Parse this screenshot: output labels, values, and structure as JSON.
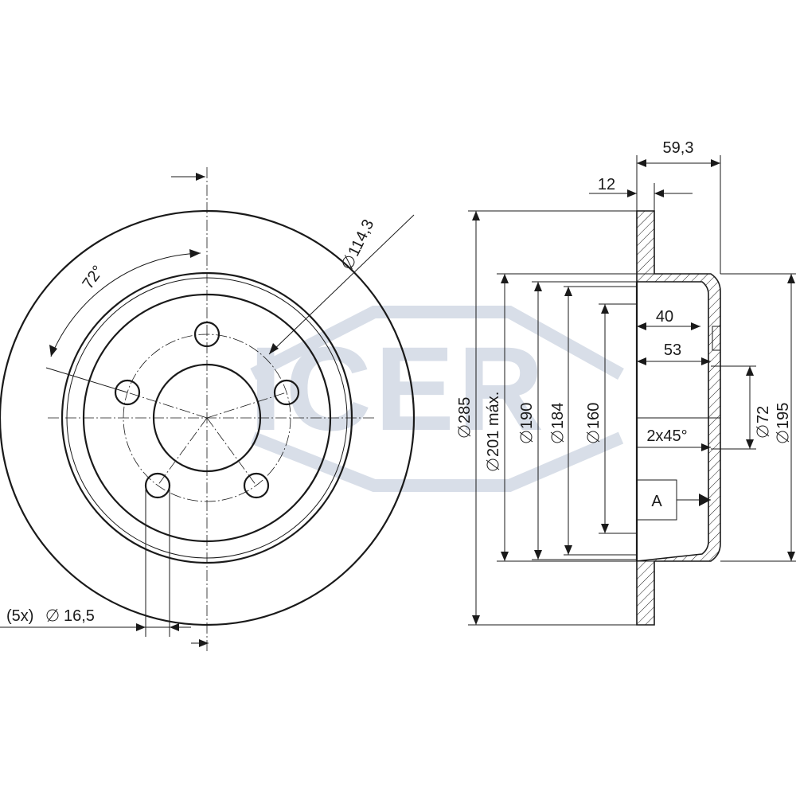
{
  "watermark": {
    "text": "ICER",
    "color": "#b9c4d6"
  },
  "line_color": "#1a1a1a",
  "front_view": {
    "angle_label": "72°",
    "pcd_label": "114,3",
    "bolt_label": "(5x)",
    "bolt_diameter_label": "16,5"
  },
  "side_view": {
    "width_total": "59,3",
    "thickness": "12",
    "depth_40": "40",
    "depth_53": "53",
    "chamfer": "2x45°",
    "datum": "A",
    "diameters": {
      "d285": "285",
      "d201": "201 máx.",
      "d190": "190",
      "d184": "184",
      "d160": "160",
      "d72": "72",
      "d195": "195"
    }
  },
  "icons": [
    "diameter-symbol",
    "datum-arrow"
  ]
}
